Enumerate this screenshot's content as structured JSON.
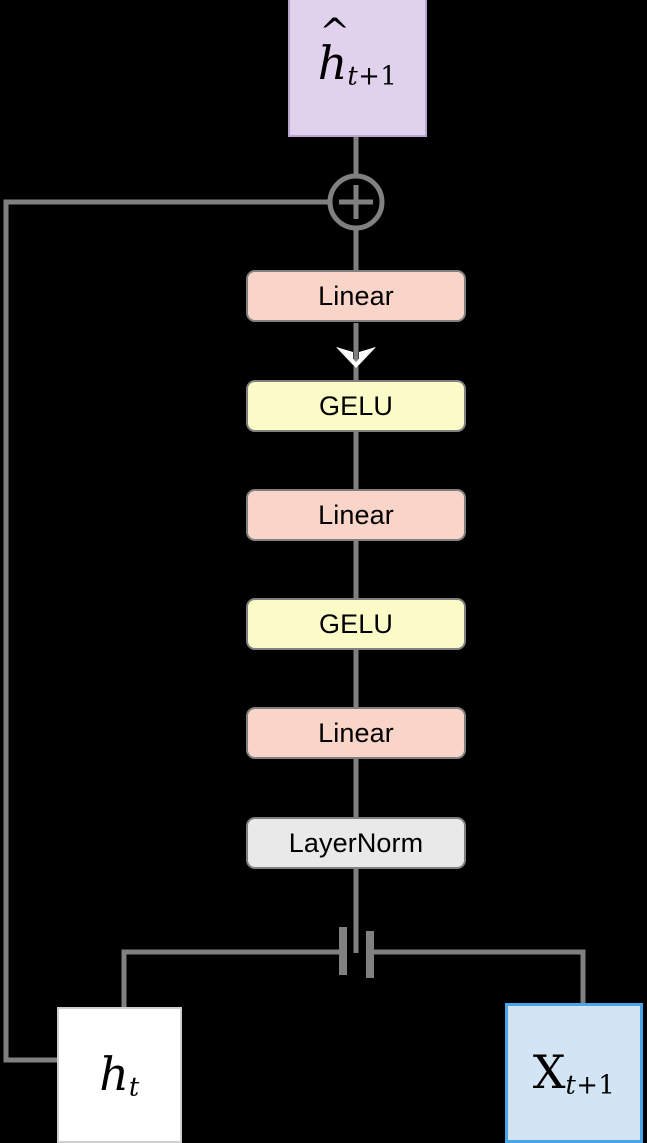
{
  "diagram": {
    "title": "Residual MLP recurrent update block",
    "background_color": "#000000",
    "edge_color": "#808080",
    "edge_width": 5
  },
  "nodes": {
    "output": {
      "name": "h-hat-t-plus-1",
      "label": "ĥ_{t+1}",
      "label_parts": {
        "base": "h",
        "hat": "^",
        "sub": "t+1"
      },
      "fill": "#e0d2ec",
      "stroke": "#b9a6cf",
      "shape": "rectangle"
    },
    "sum": {
      "name": "residual-sum",
      "label": "+",
      "shape": "circle-plus",
      "stroke": "#808080"
    },
    "stack": [
      {
        "label": "Linear",
        "type": "linear",
        "fill": "#f9d4c9",
        "stroke": "#808080"
      },
      {
        "label": "GELU",
        "type": "gelu",
        "fill": "#fbfbc8",
        "stroke": "#808080"
      },
      {
        "label": "Linear",
        "type": "linear",
        "fill": "#f9d4c9",
        "stroke": "#808080"
      },
      {
        "label": "GELU",
        "type": "gelu",
        "fill": "#fbfbc8",
        "stroke": "#808080"
      },
      {
        "label": "Linear",
        "type": "linear",
        "fill": "#f9d4c9",
        "stroke": "#808080"
      },
      {
        "label": "LayerNorm",
        "type": "layernorm",
        "fill": "#e9e9e9",
        "stroke": "#808080"
      }
    ],
    "concat": {
      "name": "concatenation-junction",
      "label": "||",
      "shape": "double-bar"
    },
    "hidden_state": {
      "name": "h-t",
      "label": "h_t",
      "label_parts": {
        "base": "h",
        "sub": "t"
      },
      "fill": "#ffffff",
      "stroke": "#cfcfcf",
      "shape": "rectangle"
    },
    "input": {
      "name": "x-t-plus-1",
      "label": "X_{t+1}",
      "label_parts": {
        "base": "X",
        "sub": "t+1"
      },
      "fill": "#d3e5f4",
      "stroke": "#48a5e8",
      "shape": "rectangle"
    }
  },
  "edges": [
    {
      "from": "sum",
      "to": "output",
      "style": "plain"
    },
    {
      "from": "stack.0",
      "to": "sum",
      "style": "plain"
    },
    {
      "from": "stack.0",
      "to": "stack.1",
      "style": "arrow-down-white"
    },
    {
      "from": "stack.1",
      "to": "stack.2",
      "style": "plain"
    },
    {
      "from": "stack.2",
      "to": "stack.3",
      "style": "plain"
    },
    {
      "from": "stack.3",
      "to": "stack.4",
      "style": "plain"
    },
    {
      "from": "stack.4",
      "to": "stack.5",
      "style": "plain"
    },
    {
      "from": "stack.5",
      "to": "concat",
      "style": "plain"
    },
    {
      "from": "hidden_state",
      "to": "concat",
      "style": "elbow"
    },
    {
      "from": "input",
      "to": "concat",
      "style": "elbow"
    },
    {
      "from": "hidden_state",
      "to": "sum",
      "style": "residual-skip-left"
    }
  ]
}
